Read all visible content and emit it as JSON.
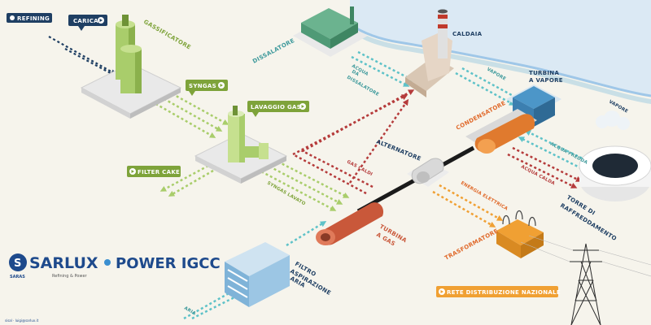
{
  "colors": {
    "background": "#f6f4ec",
    "sea": "#dbe9f4",
    "shore": "#9fc7e8",
    "syngas_arrow": "#a9cd6b",
    "tag_dark": "#1f3f63",
    "tag_green": "#7ea33a",
    "tag_orange": "#f0a033",
    "teal_text": "#3f9a9c",
    "orange_text": "#e0692a",
    "red_text": "#b53b3b",
    "dark_text": "#1f3f63",
    "sarlux_blue": "#1e4a8c"
  },
  "tags": {
    "refining": "REFINING",
    "carica": "CARICA",
    "syngas": "SYNGAS",
    "lavaggio_gas": "LAVAGGIO GAS",
    "filter_cake": "FILTER CAKE",
    "rete": "RETE DISTRIBUZIONE NAZIONALE"
  },
  "labels": {
    "gassificatore": "GASSIFICATORE",
    "dissalatore": "DISSALATORE",
    "caldaia": "CALDAIA",
    "acqua_da_dissalatore_1": "ACQUA",
    "acqua_da_dissalatore_2": "DA",
    "acqua_da_dissalatore_3": "DISSALATORE",
    "vapore_1": "VAPORE",
    "turbina_vapore_1": "TURBINA",
    "turbina_vapore_2": "A VAPORE",
    "vapore_2": "VAPORE",
    "condensatore": "CONDENSATORE",
    "alternatore": "ALTERNATORE",
    "gas_caldi": "GAS CALDI",
    "acqua_fredda": "ACQUA FREDDA",
    "acqua_calda": "ACQUA CALDA",
    "torre_1": "TORRE DI",
    "torre_2": "RAFFREDDAMENTO",
    "energia_elettrica": "ENERGIA ELETTRICA",
    "syngas_lavato": "SYNGAS LAVATO",
    "turbina_gas_1": "TURBINA",
    "turbina_gas_2": "A GAS",
    "trasformatore": "TRASFORMATORE",
    "filtro_1": "FILTRO",
    "filtro_2": "ASPIRAZIONE",
    "filtro_3": "ARIA",
    "aria": "ARIA"
  },
  "brand": {
    "sarlux": "SARLUX",
    "power": "POWER IGCC",
    "saras": "SARAS",
    "refining_power": "Refining & Power",
    "credit": "sisal · luigi@sarlux.it"
  }
}
